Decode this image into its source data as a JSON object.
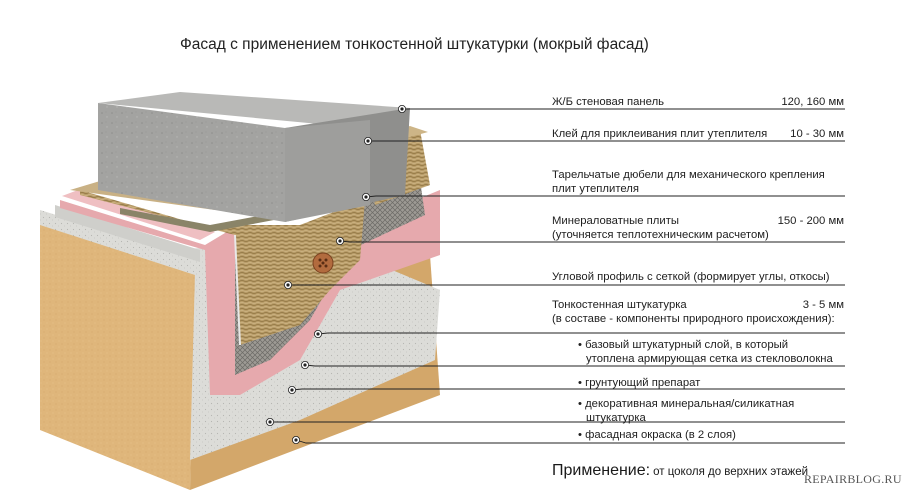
{
  "title": "Фасад с применением тонкостенной штукатурки (мокрый фасад)",
  "layers": [
    {
      "label": "Ж/Б стеновая панель",
      "value": "120, 160 мм"
    },
    {
      "label": "Клей для приклеивания плит утеплителя",
      "value": "10 - 30 мм"
    },
    {
      "label": "Тарельчатые дюбели для механического крепления",
      "label2": "плит утеплителя",
      "value": ""
    },
    {
      "label": "Минераловатные плиты",
      "label2": "(уточняется теплотехническим расчетом)",
      "value": "150 - 200 мм"
    },
    {
      "label": "Угловой профиль с сеткой (формирует углы, откосы)",
      "value": ""
    },
    {
      "label": "Тонкостенная штукатурка",
      "label2": "(в составе - компоненты природного происхождения):",
      "value": "3 - 5 мм"
    }
  ],
  "sublayers": [
    {
      "label": "• базовый штукатурный слой, в который",
      "label2": "утоплена армирующая сетка из стекловолокна"
    },
    {
      "label": "• грунтующий препарат"
    },
    {
      "label": "• декоративная минеральная/силикатная",
      "label2": "штукатурка"
    },
    {
      "label": "• фасадная окраска (в 2 слоя)"
    }
  ],
  "application": {
    "heading": "Применение:",
    "text": "от цоколя до верхних этажей"
  },
  "watermark": "REPAIRBLOG.RU",
  "colors": {
    "concrete": "#9a9a98",
    "insulation": "#b59a6a",
    "mesh": "#8c8c8c",
    "primer": "#e8b0b4",
    "plaster": "#d8d8d4",
    "facade_paint": "#deb57a",
    "leader_line": "#222222"
  }
}
